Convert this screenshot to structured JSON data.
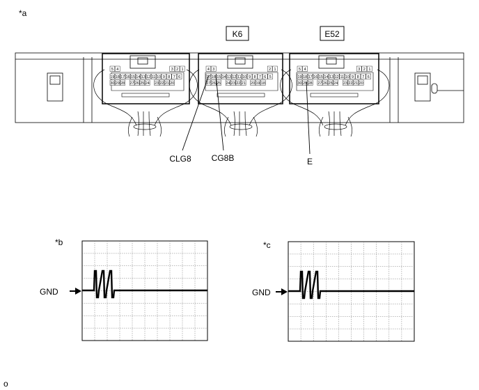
{
  "labels": {
    "panel_a": "*a",
    "panel_b": "*b",
    "panel_c": "*c",
    "footer": "o",
    "connector_k6": "K6",
    "connector_e52": "E52",
    "terminal_clg8": "CLG8",
    "terminal_cg8b": "CG8B",
    "terminal_e": "E",
    "gnd_b": "GND",
    "gnd_c": "GND"
  },
  "connectors": [
    {
      "id": "left",
      "top": [
        "5",
        "4",
        "3",
        "2",
        "1"
      ],
      "middle": [
        "19",
        "18",
        "17",
        "16",
        "15",
        "14",
        "13",
        "12",
        "11",
        "10",
        "9",
        "8",
        "7",
        "6"
      ],
      "bottom": [
        "30",
        "29",
        "28",
        "27",
        "26",
        "25",
        "24",
        "23",
        "22",
        "21",
        "20"
      ]
    },
    {
      "id": "k6",
      "top": [
        "4",
        "3",
        "2",
        "1"
      ],
      "middle": [
        "17",
        "16",
        "15",
        "14",
        "13",
        "12",
        "11",
        "10",
        "9",
        "8",
        "7",
        "6",
        "5"
      ],
      "bottom": [
        "27",
        "26",
        "25",
        "24",
        "23",
        "22",
        "21",
        "20",
        "19",
        "18"
      ]
    },
    {
      "id": "e52",
      "top": [
        "5",
        "4",
        "3",
        "2",
        "1"
      ],
      "middle": [
        "19",
        "18",
        "17",
        "16",
        "15",
        "14",
        "13",
        "12",
        "11",
        "10",
        "9",
        "8",
        "7",
        "6"
      ],
      "bottom": [
        "30",
        "29",
        "28",
        "27",
        "26",
        "25",
        "24",
        "23",
        "22",
        "21",
        "20"
      ]
    }
  ],
  "waveforms": [
    {
      "id": "b",
      "pulses": 3
    },
    {
      "id": "c",
      "pulses": 3
    }
  ]
}
